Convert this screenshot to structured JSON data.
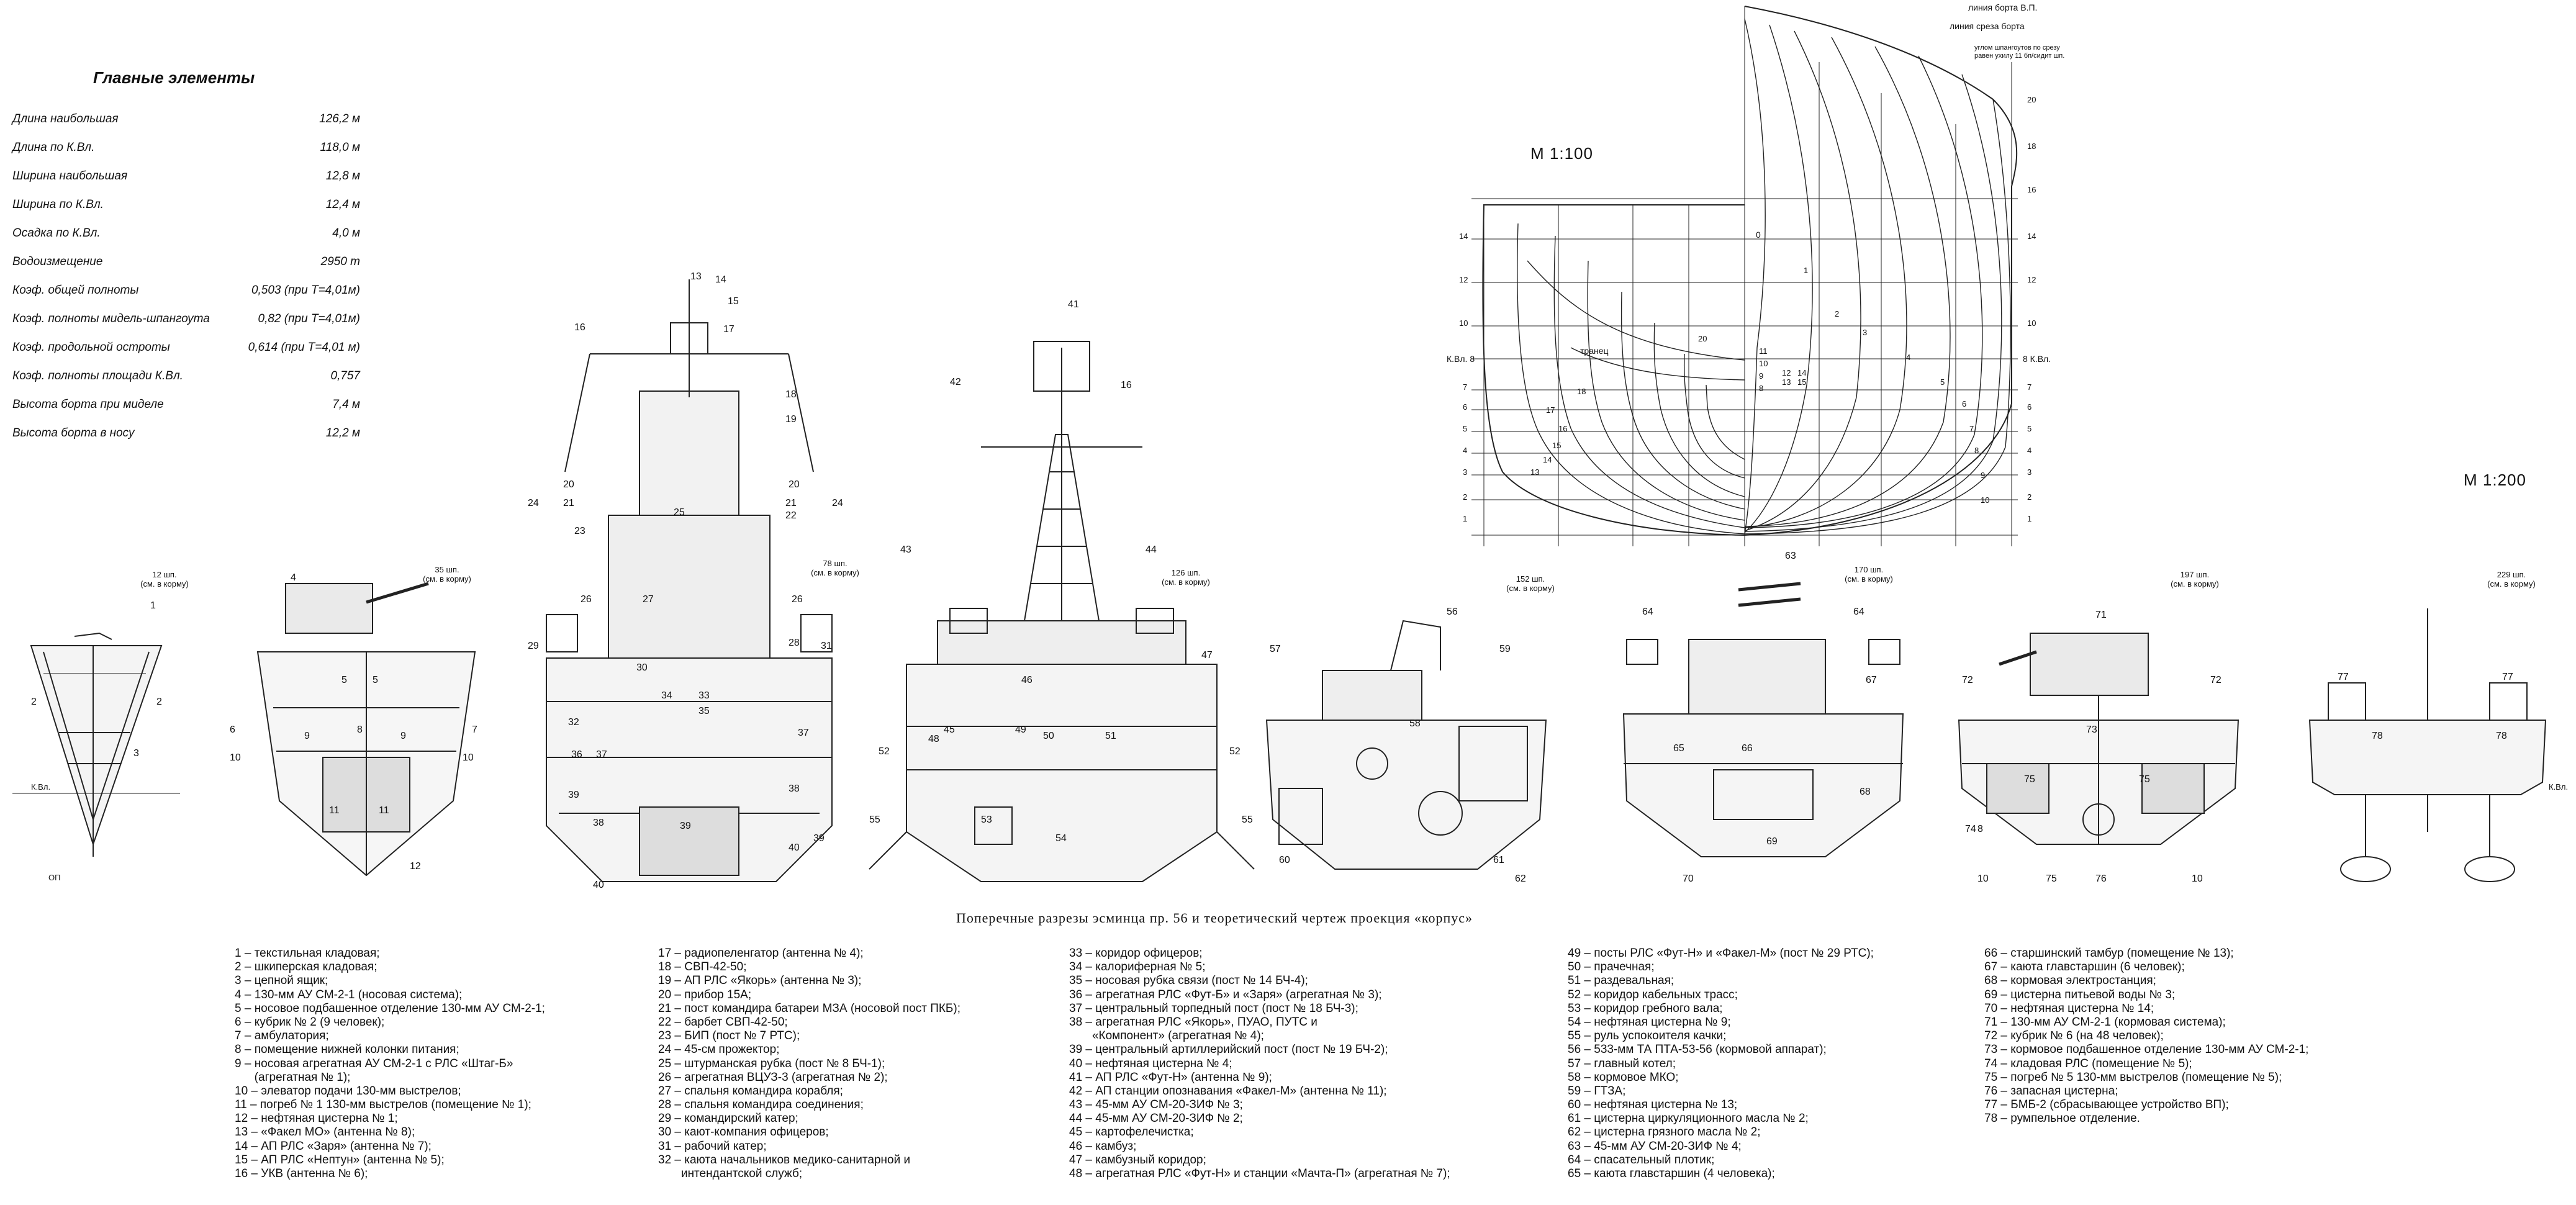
{
  "main_elements": {
    "title": "Главные элементы",
    "rows": [
      {
        "label": "Длина наибольшая",
        "value": "126,2 м"
      },
      {
        "label": "Длина по К.Вл.",
        "value": "118,0 м"
      },
      {
        "label": "Ширина наибольшая",
        "value": "12,8 м"
      },
      {
        "label": "Ширина по К.Вл.",
        "value": "12,4 м"
      },
      {
        "label": "Осадка по К.Вл.",
        "value": "4,0 м"
      },
      {
        "label": "Водоизмещение",
        "value": "2950 т"
      },
      {
        "label": "Коэф. общей полноты",
        "value": "0,503 (при Т=4,01м)"
      },
      {
        "label": "Коэф. полноты мидель-шпангоута",
        "value": "0,82 (при Т=4,01м)"
      },
      {
        "label": "Коэф. продольной остроты",
        "value": "0,614 (при Т=4,01 м)"
      },
      {
        "label": "Коэф. полноты площади К.Вл.",
        "value": "0,757"
      },
      {
        "label": "Высота борта при миделе",
        "value": "7,4 м"
      },
      {
        "label": "Высота борта в носу",
        "value": "12,2 м"
      }
    ]
  },
  "scales": {
    "body_plan": "М 1:100",
    "sections": "М 1:200"
  },
  "body_plan_labels": {
    "line1": "линия борта В.П.",
    "line2": "линия среза борта",
    "line3": "углом шпангоутов по срезу",
    "line3b": "равен ухилу 11 бп/сидит шп.",
    "transom": "транец",
    "waterline": "К.Вл. 8",
    "waterline_right": "8 К.Вл.",
    "baseline_num": "0"
  },
  "sections": [
    {
      "frame": "12 шп.",
      "note": "(см. в корму)"
    },
    {
      "frame": "35 шп.",
      "note": "(см. в корму)"
    },
    {
      "frame": "78 шп.",
      "note": "(см. в корму)"
    },
    {
      "frame": "126 шп.",
      "note": "(см. в корму)"
    },
    {
      "frame": "152 шп.",
      "note": "(см. в корму)"
    },
    {
      "frame": "170 шп.",
      "note": "(см. в корму)"
    },
    {
      "frame": "197 шп.",
      "note": "(см. в корму)"
    },
    {
      "frame": "229 шп.",
      "note": "(см. в корму)"
    }
  ],
  "section_marks": {
    "kvl": "К.Вл.",
    "op": "ОП"
  },
  "caption": "Поперечные разрезы эсминца пр. 56 и теоретический чертеж проекция «корпус»",
  "legend": {
    "col1": [
      "1 – текстильная кладовая;",
      "2 – шкиперская кладовая;",
      "3 – цепной ящик;",
      "4 – 130-мм АУ СМ-2-1 (носовая система);",
      "5 – носовое подбашенное отделение 130-мм АУ СМ-2-1;",
      "6 – кубрик № 2 (9 человек);",
      "7 – амбулатория;",
      "8 – помещение нижней колонки питания;",
      "9 – носовая агрегатная АУ СМ-2-1 с РЛС «Штаг-Б»",
      "      (агрегатная № 1);",
      "10 – элеватор подачи 130-мм выстрелов;",
      "11 – погреб № 1 130-мм выстрелов (помещение № 1);",
      "12 – нефтяная цистерна № 1;",
      "13 – «Факел МО» (антенна № 8);",
      "14 – АП РЛС «Заря» (антенна № 7);",
      "15 – АП РЛС «Нептун» (антенна № 5);",
      "16 – УКВ (антенна № 6);"
    ],
    "col2": [
      "17 – радиопеленгатор (антенна № 4);",
      "18 – СВП-42-50;",
      "19 – АП РЛС «Якорь» (антенна № 3);",
      "20 – прибор 15А;",
      "21 – пост командира батареи МЗА (носовой пост ПКБ);",
      "22 – барбет СВП-42-50;",
      "23 – БИП (пост № 7 РТС);",
      "24 – 45-см прожектор;",
      "25 – штурманская рубка (пост № 8 БЧ-1);",
      "26 – агрегатная ВЦУЗ-3 (агрегатная № 2);",
      "27 – спальня командира корабля;",
      "28 – спальня командира соединения;",
      "29 – командирский катер;",
      "30 – кают-компания офицеров;",
      "31 – рабочий катер;",
      "32 – каюта начальников медико-санитарной и",
      "       интендантской служб;"
    ],
    "col3": [
      "33 – коридор офицеров;",
      "34 – калориферная № 5;",
      "35 – носовая рубка связи (пост № 14 БЧ-4);",
      "36 – агрегатная РЛС «Фут-Б» и «Заря» (агрегатная № 3);",
      "37 – центральный торпедный пост (пост № 18 БЧ-3);",
      "38 – агрегатная РЛС «Якорь», ПУАО, ПУТС и",
      "       «Компонент» (агрегатная № 4);",
      "39 – центральный артиллерийский пост (пост № 19 БЧ-2);",
      "40 – нефтяная цистерна № 4;",
      "41 – АП РЛС «Фут-Н» (антенна № 9);",
      "42 – АП станции опознавания «Факел-М» (антенна № 11);",
      "43 – 45-мм АУ СМ-20-ЗИФ № 3;",
      "44 – 45-мм АУ СМ-20-ЗИФ № 2;",
      "45 – картофелечистка;",
      "46 – камбуз;",
      "47 – камбузный коридор;",
      "48 – агрегатная РЛС «Фут-Н» и станции «Мачта-П» (агрегатная № 7);"
    ],
    "col4": [
      "49 – посты РЛС «Фут-Н» и «Факел-М» (пост № 29 РТС);",
      "50 – прачечная;",
      "51 – раздевальная;",
      "52 – коридор кабельных трасс;",
      "53 – коридор гребного вала;",
      "54 – нефтяная цистерна № 9;",
      "55 – руль успокоителя качки;",
      "56 – 533-мм ТА ПТА-53-56 (кормовой аппарат);",
      "57 – главный котел;",
      "58 – кормовое МКО;",
      "59 – ГТЗА;",
      "60 – нефтяная цистерна № 13;",
      "61 – цистерна циркуляционного масла № 2;",
      "62 – цистерна грязного масла № 2;",
      "63 – 45-мм АУ СМ-20-ЗИФ № 4;",
      "64 – спасательный плотик;",
      "65 – каюта главстаршин (4 человека);"
    ],
    "col5": [
      "66 – старшинский тамбур (помещение № 13);",
      "67 – каюта главстаршин (6 человек);",
      "68 – кормовая электростанция;",
      "69 – цистерна питьевой воды № 3;",
      "70 – нефтяная цистерна № 14;",
      "71 – 130-мм АУ СМ-2-1 (кормовая система);",
      "72 – кубрик № 6 (на 48 человек);",
      "73 – кормовое подбашенное отделение 130-мм АУ СМ-2-1;",
      "74 – кладовая РЛС (помещение № 5);",
      "75 – погреб № 5 130-мм выстрелов (помещение № 5);",
      "76 – запасная цистерна;",
      "77 – БМБ-2 (сбрасывающее устройство ВП);",
      "78 – румпельное отделение."
    ]
  }
}
